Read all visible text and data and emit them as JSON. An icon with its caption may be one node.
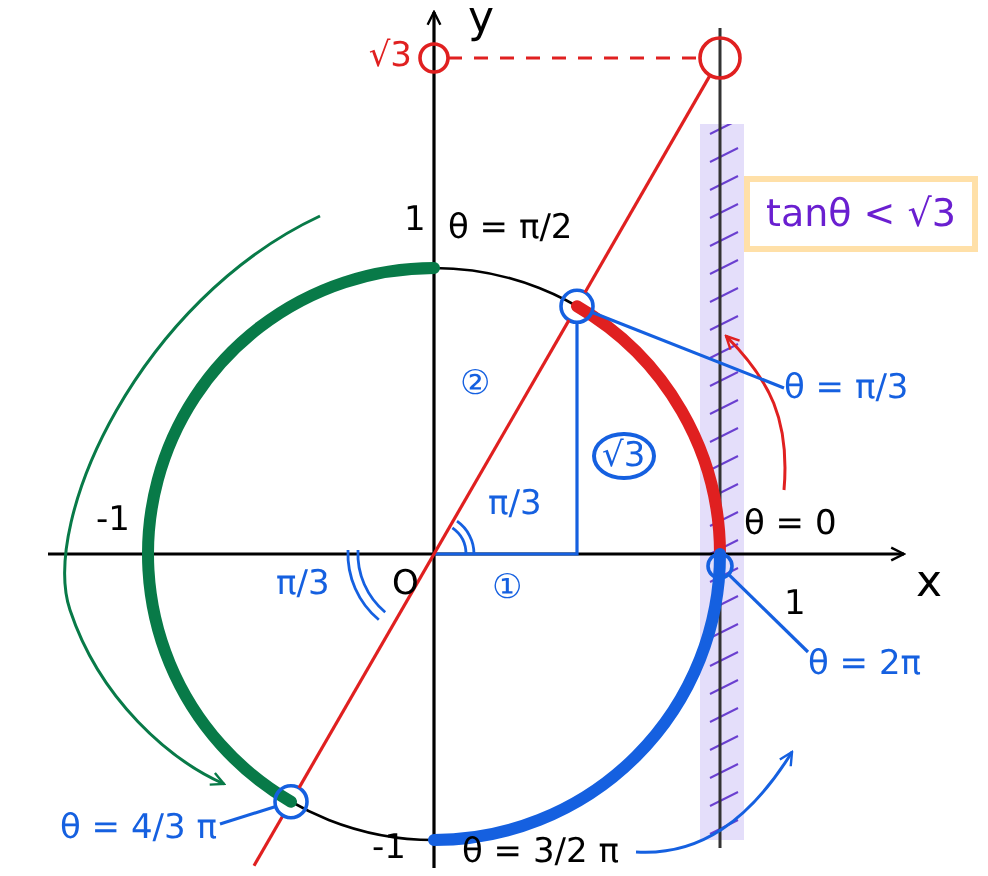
{
  "diagram": {
    "nodes": [
      {
        "text": [],
        "shape": "circle",
        "beside": [
          "√3"
        ]
      },
      {
        "text": [],
        "shape": "circle"
      },
      {
        "text": [
          "tanθ < √3"
        ]
      },
      {
        "text": [
          "θ = π/3"
        ]
      },
      {
        "text": [],
        "shape": "circle"
      },
      {
        "text": [
          "θ = 2π"
        ]
      },
      {
        "text": [],
        "shape": "circle"
      },
      {
        "text": [
          "θ = 4/3 π"
        ]
      },
      {
        "text": [],
        "shape": "circle"
      }
    ],
    "edges": [
      {
        "from": 0,
        "to": 1,
        "arrow": "none",
        "style": "dashed",
        "color": "#e02020"
      },
      {
        "from": 3,
        "to": 4,
        "arrow": "none",
        "color": "#1560e0"
      },
      {
        "from": 5,
        "to": 6,
        "arrow": "none",
        "color": "#1560e0"
      },
      {
        "from": 7,
        "to": 8,
        "arrow": "none",
        "color": "#1560e0"
      },
      {
        "from": 8,
        "to": 4,
        "arrow": "none",
        "color": "#e02020"
      },
      {
        "from": 4,
        "to": 1,
        "arrow": "none",
        "color": "#e02020"
      }
    ],
    "labels": [
      "y",
      "1",
      "θ = π/2",
      "②",
      "√3",
      "π/3",
      "θ = 0",
      "-1",
      "O",
      "①",
      "π/3",
      "1",
      "x",
      "-1",
      "θ = 3/2 π"
    ]
  }
}
